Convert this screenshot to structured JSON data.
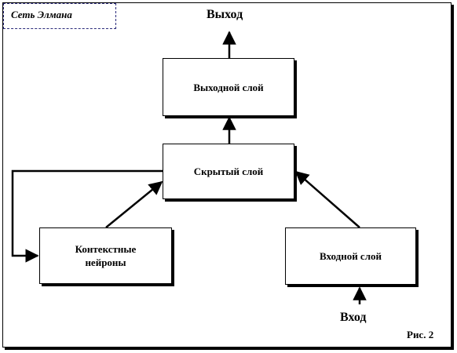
{
  "diagram": {
    "title": "Сеть Элмана",
    "output_label": "Выход",
    "input_label": "Вход",
    "figure_label": "Рис. 2",
    "layers": {
      "output": "Выходной слой",
      "hidden": "Скрытый слой",
      "context": "Контекстные нейроны",
      "input": "Входной слой"
    }
  }
}
